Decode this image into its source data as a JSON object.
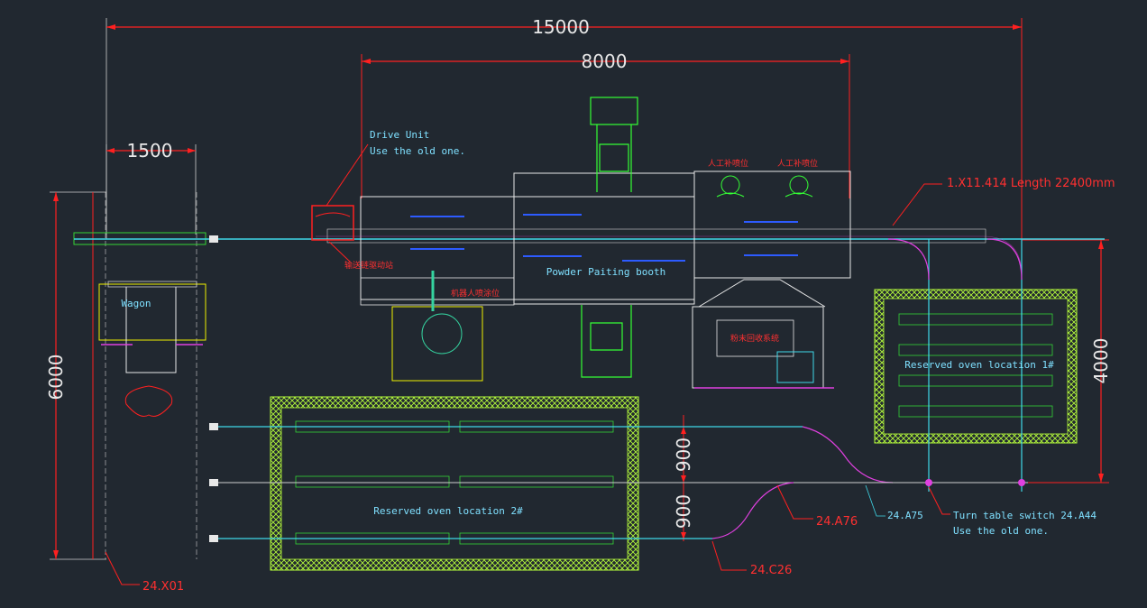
{
  "dimensions": {
    "overall": "15000",
    "booth": "8000",
    "left_offset": "1500",
    "height_left": "6000",
    "height_right": "4000",
    "gap_top": "900",
    "gap_bottom": "900"
  },
  "labels": {
    "drive_unit_line1": "Drive Unit",
    "drive_unit_line2": "Use the old one.",
    "chain_length": "1.X11.414  Length 22400mm",
    "booth": "Powder Paiting booth",
    "wagon": "Wagon",
    "oven1": "Reserved oven location  1#",
    "oven2": "Reserved oven location  2#",
    "turntable_line1": "Turn table switch 24.A44",
    "turntable_line2": "Use the old one.",
    "code_x01": "24.X01",
    "code_c26": "24.C26",
    "code_a76": "24.A76",
    "code_a75": "24.A75",
    "cn_manual_1": "人工补喷位",
    "cn_manual_2": "人工补喷位",
    "cn_robot": "机器人喷涂位",
    "cn_recovery": "粉末回收系统",
    "cn_drive": "输送链驱动站"
  },
  "colors": {
    "background": "#212830",
    "dimension": "#ff2020",
    "conveyor": "#3fd8e8",
    "conveyor_curve": "#e040e0",
    "oven_hatch": "#b8ff3c",
    "booth": "#e8e8e8",
    "spray_gun": "#2d5bff",
    "green_equipment": "#35ff35"
  }
}
